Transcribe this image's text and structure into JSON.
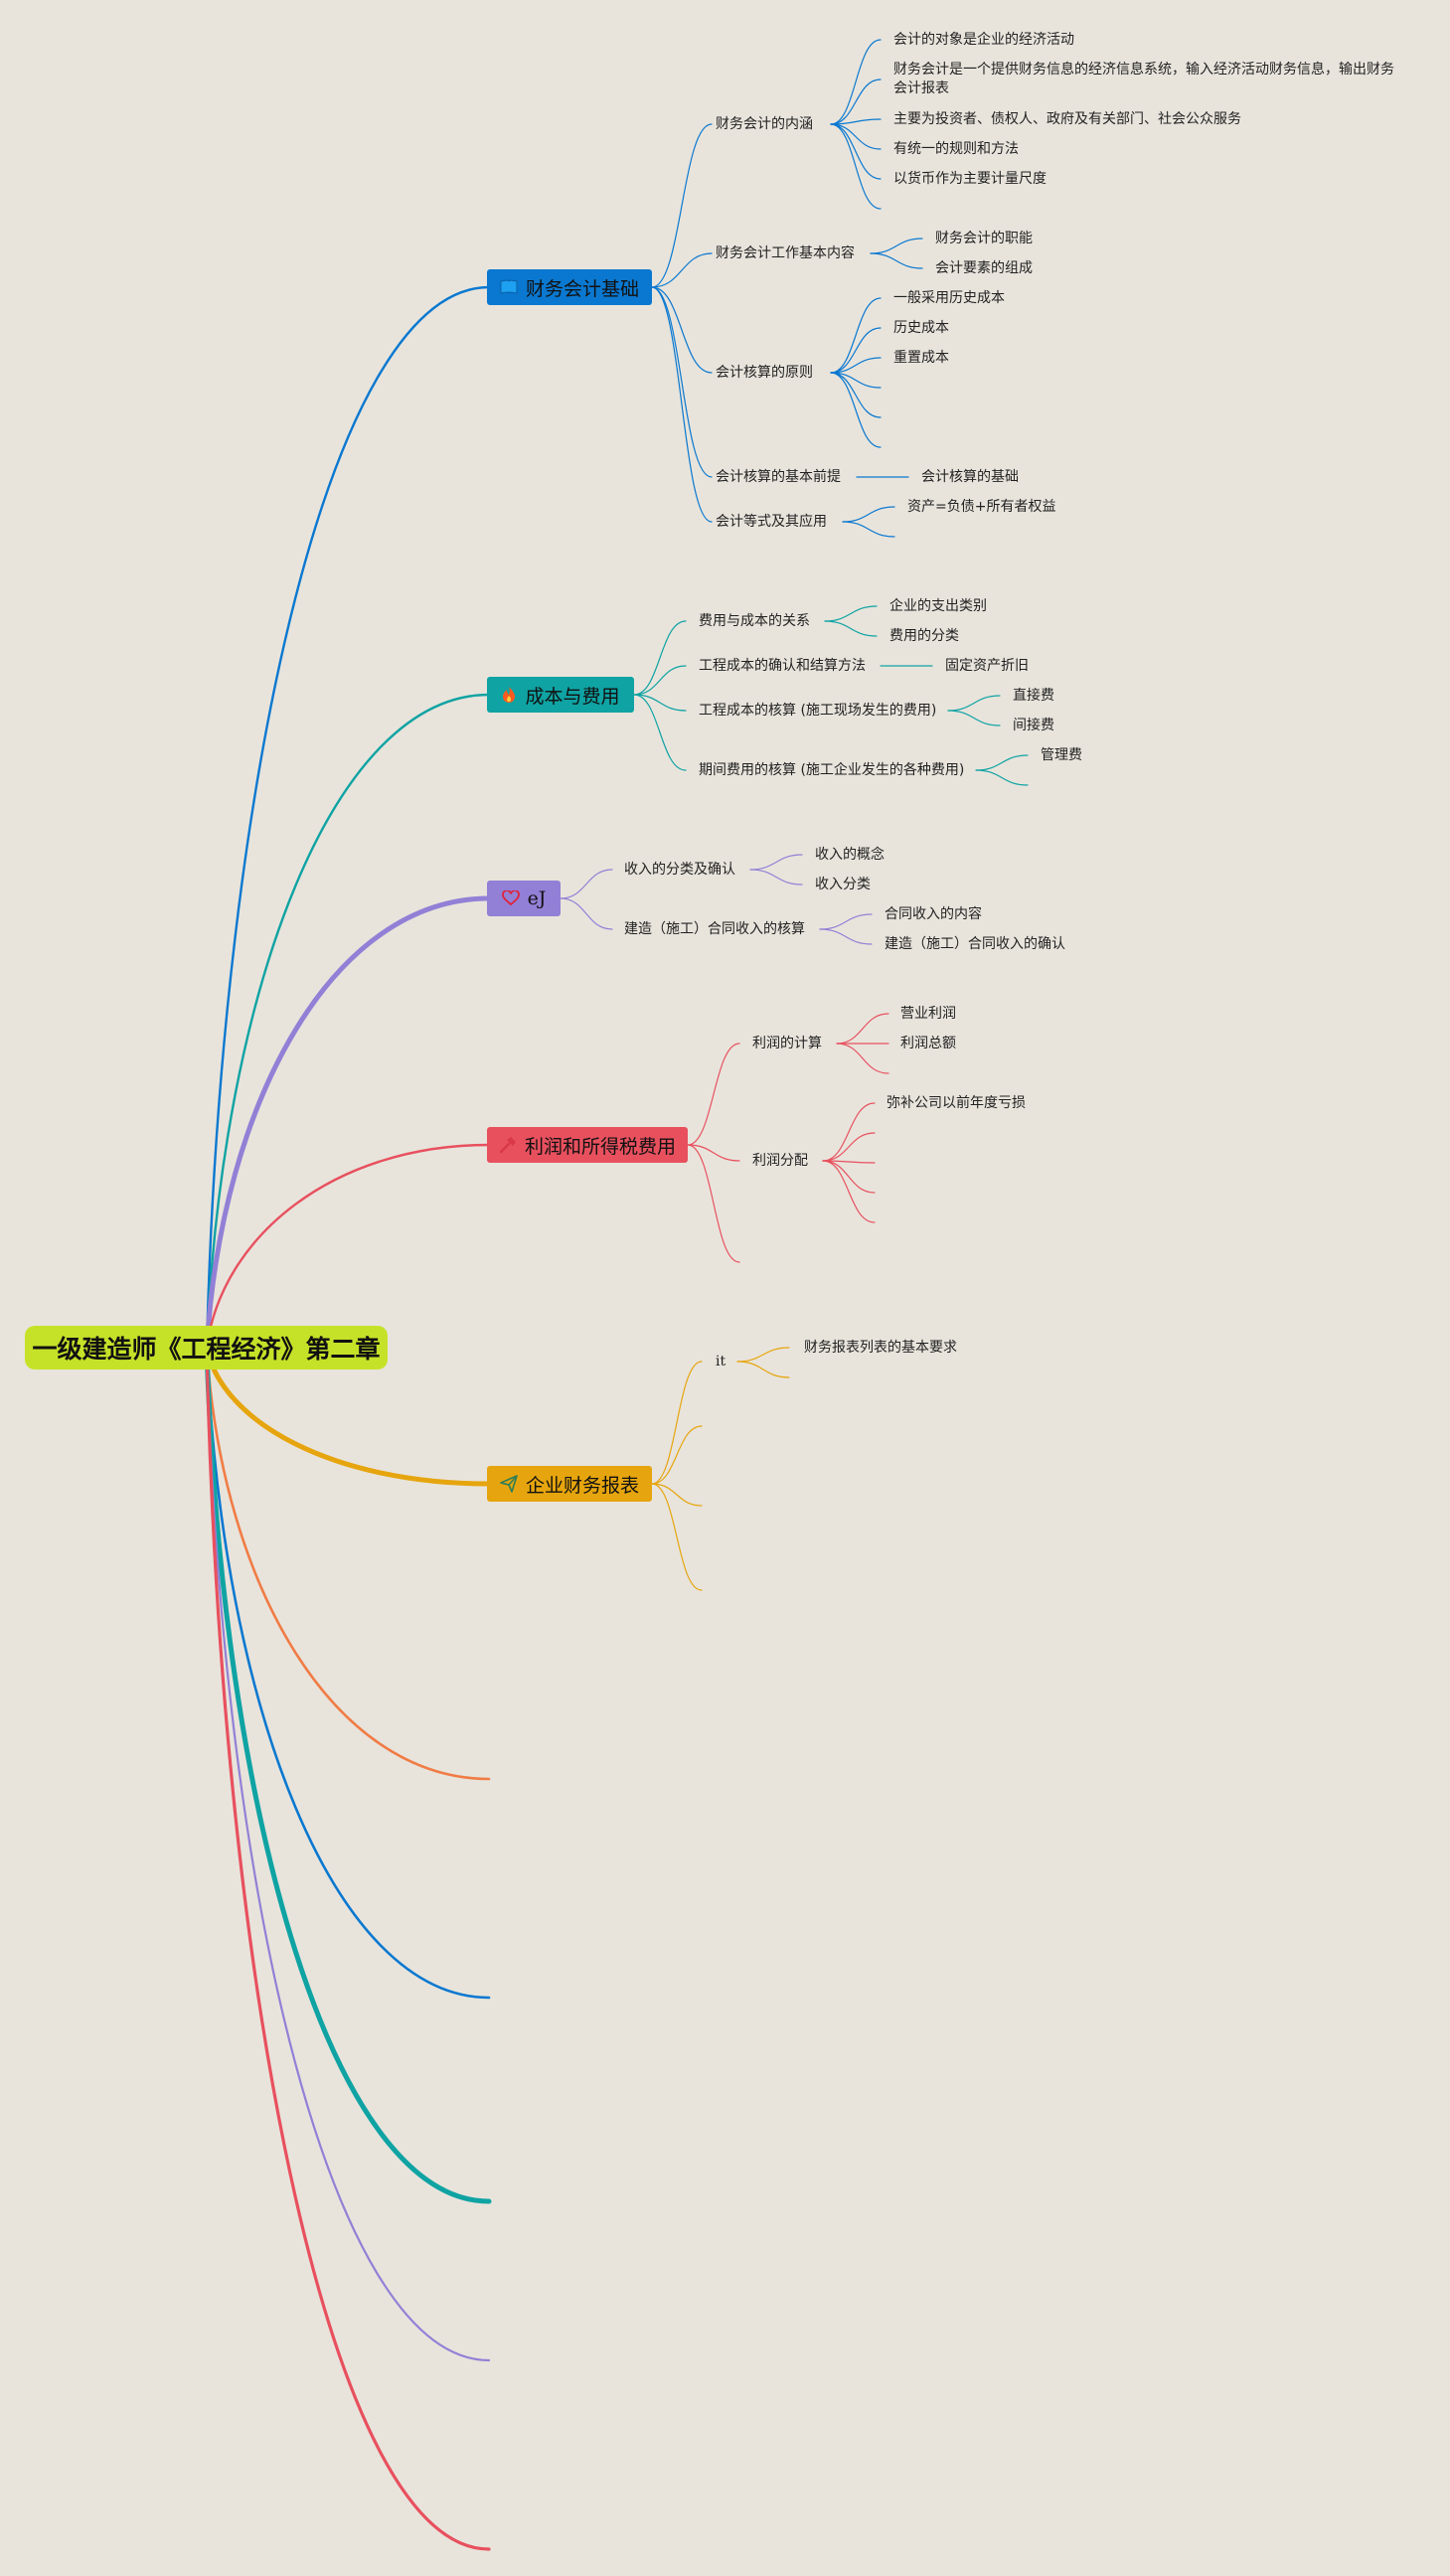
{
  "root": {
    "title": "一级建造师《工程经济》第二章"
  },
  "branches": [
    {
      "id": "b1",
      "label": "财务会计基础",
      "icon": "book-icon",
      "color": "#0a78d0",
      "children": [
        {
          "label": "财务会计的内涵",
          "children": [
            "会计的对象是企业的经济活动",
            "财务会计是一个提供财务信息的经济信息系统，输入经济活动财务信息，输出财务会计报表",
            "主要为投资者、债权人、政府及有关部门、社会公众服务",
            "有统一的规则和方法",
            "以货币作为主要计量尺度",
            ""
          ]
        },
        {
          "label": "财务会计工作基本内容",
          "children": [
            "财务会计的职能",
            "会计要素的组成"
          ]
        },
        {
          "label": "会计核算的原则",
          "children": [
            "一般采用历史成本",
            "历史成本",
            "重置成本",
            "",
            "",
            ""
          ]
        },
        {
          "label": "会计核算的基本前提",
          "children": [
            "会计核算的基础"
          ]
        },
        {
          "label": "会计等式及其应用",
          "children": [
            "资产=负债+所有者权益",
            ""
          ]
        }
      ]
    },
    {
      "id": "b2",
      "label": "成本与费用",
      "icon": "fire-icon",
      "color": "#0fa3a3",
      "children": [
        {
          "label": "费用与成本的关系",
          "children": [
            "企业的支出类别",
            "费用的分类"
          ]
        },
        {
          "label": "工程成本的确认和结算方法",
          "children": [
            "固定资产折旧"
          ]
        },
        {
          "label": "工程成本的核算 (施工现场发生的费用)",
          "children": [
            "直接费",
            "间接费"
          ]
        },
        {
          "label": "期间费用的核算 (施工企业发生的各种费用)",
          "children": [
            "管理费",
            ""
          ]
        }
      ]
    },
    {
      "id": "b3",
      "label": "eJ",
      "icon": "heart-icon",
      "color": "#9280d6",
      "children": [
        {
          "label": "收入的分类及确认",
          "children": [
            "收入的概念",
            "收入分类"
          ]
        },
        {
          "label": "建造（施工）合同收入的核算",
          "children": [
            "合同收入的内容",
            "建造（施工）合同收入的确认"
          ]
        }
      ]
    },
    {
      "id": "b4",
      "label": "利润和所得税费用",
      "icon": "hammer-icon",
      "color": "#e8505e",
      "children": [
        {
          "label": "利润的计算",
          "children": [
            "营业利润",
            "利润总额",
            ""
          ]
        },
        {
          "label": "利润分配",
          "children": [
            "弥补公司以前年度亏损",
            "",
            "",
            "",
            ""
          ]
        },
        {
          "label": "",
          "children": []
        }
      ]
    },
    {
      "id": "b5",
      "label": "企业财务报表",
      "icon": "paper-plane-icon",
      "color": "#e6a50e",
      "children": [
        {
          "label": "it",
          "children": [
            "财务报表列表的基本要求",
            ""
          ]
        },
        {
          "label": "",
          "children": []
        },
        {
          "label": "",
          "children": []
        },
        {
          "label": "",
          "children": []
        }
      ]
    }
  ],
  "empty_branches": [
    {
      "color": "#f07c45"
    },
    {
      "color": "#0a78d0"
    },
    {
      "color": "#0fa3a3"
    },
    {
      "color": "#9280d6"
    },
    {
      "color": "#e8505e"
    }
  ]
}
